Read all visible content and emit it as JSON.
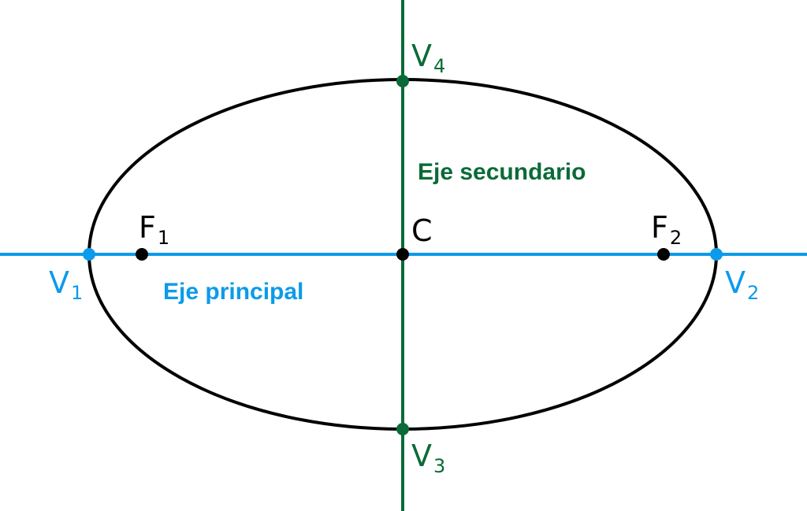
{
  "colors": {
    "ellipse": "#000000",
    "major_axis": "#0b9bea",
    "minor_axis": "#0a6b38",
    "background": "#ffffff"
  },
  "axes": {
    "major_title": "Eje principal",
    "minor_title": "Eje secundario"
  },
  "points": {
    "center": {
      "letter": "C",
      "sub": ""
    },
    "focus1": {
      "letter": "F",
      "sub": "1"
    },
    "focus2": {
      "letter": "F",
      "sub": "2"
    },
    "vertex1": {
      "letter": "V",
      "sub": "1"
    },
    "vertex2": {
      "letter": "V",
      "sub": "2"
    },
    "vertex3": {
      "letter": "V",
      "sub": "3"
    },
    "vertex4": {
      "letter": "V",
      "sub": "4"
    }
  }
}
